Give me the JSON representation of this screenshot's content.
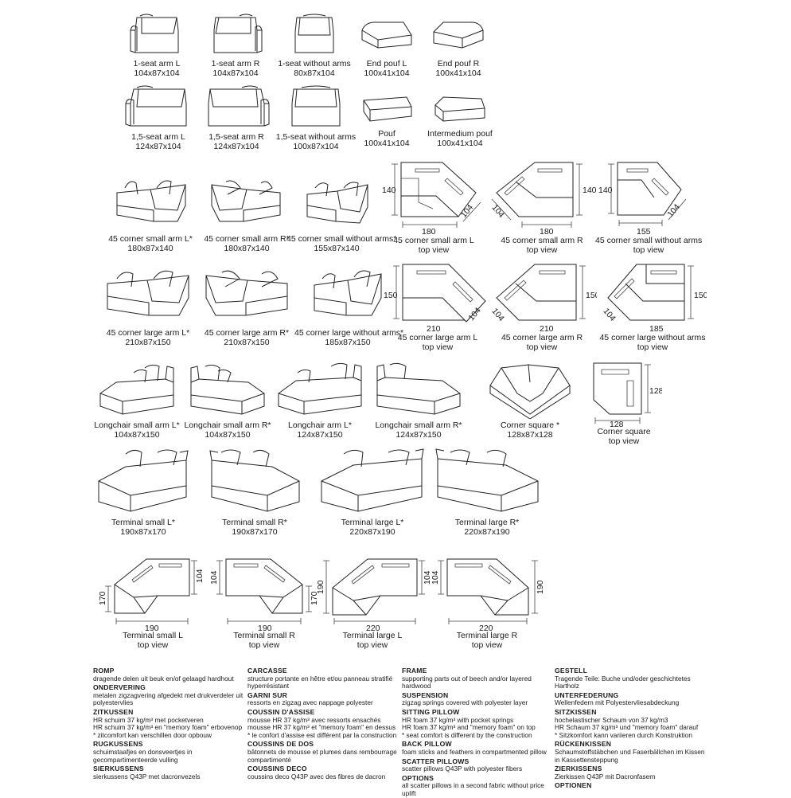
{
  "row1": [
    {
      "name": "1-seat arm L",
      "dim": "104x87x104"
    },
    {
      "name": "1-seat arm R",
      "dim": "104x87x104"
    },
    {
      "name": "1-seat without arms",
      "dim": "80x87x104"
    },
    {
      "name": "End pouf L",
      "dim": "100x41x104"
    },
    {
      "name": "End pouf R",
      "dim": "100x41x104"
    }
  ],
  "row2": [
    {
      "name": "1,5-seat arm L",
      "dim": "124x87x104"
    },
    {
      "name": "1,5-seat arm R",
      "dim": "124x87x104"
    },
    {
      "name": "1,5-seat without arms",
      "dim": "100x87x104"
    },
    {
      "name": "Pouf",
      "dim": "100x41x104"
    },
    {
      "name": "Intermedium pouf",
      "dim": "100x41x104"
    }
  ],
  "row3": [
    {
      "name": "45 corner small arm L*",
      "dim": "180x87x140"
    },
    {
      "name": "45 corner small arm R*",
      "dim": "180x87x140"
    },
    {
      "name": "45 corner small without arms*",
      "dim": "155x87x140"
    }
  ],
  "row3_top": [
    {
      "w": "180",
      "h": "140",
      "d": "104",
      "name": "45 corner small arm L",
      "sub": "top view"
    },
    {
      "w": "180",
      "h": "140",
      "d": "104",
      "name": "45 corner small arm R",
      "sub": "top view"
    },
    {
      "w": "155",
      "h": "140",
      "d": "104",
      "name": "45 corner small without arms",
      "sub": "top view"
    }
  ],
  "row4": [
    {
      "name": "45 corner large arm L*",
      "dim": "210x87x150"
    },
    {
      "name": "45 corner large arm R*",
      "dim": "210x87x150"
    },
    {
      "name": "45 corner large without arms*",
      "dim": "185x87x150"
    }
  ],
  "row4_top": [
    {
      "w": "210",
      "h": "150",
      "d": "104",
      "name": "45 corner large arm L",
      "sub": "top view"
    },
    {
      "w": "210",
      "h": "150",
      "d": "104",
      "name": "45 corner large arm R",
      "sub": "top view"
    },
    {
      "w": "185",
      "h": "150",
      "d": "104",
      "name": "45 corner large without arms",
      "sub": "top view"
    }
  ],
  "row5": [
    {
      "name": "Longchair small arm L*",
      "dim": "104x87x150"
    },
    {
      "name": "Longchair small arm R*",
      "dim": "104x87x150"
    },
    {
      "name": "Longchair arm L*",
      "dim": "124x87x150"
    },
    {
      "name": "Longchair small arm R*",
      "dim": "124x87x150"
    },
    {
      "name": "Corner square *",
      "dim": "128x87x128"
    }
  ],
  "row5_top": {
    "w": "128",
    "h": "128",
    "name": "Corner square",
    "sub": "top view"
  },
  "row6": [
    {
      "name": "Terminal small L*",
      "dim": "190x87x170"
    },
    {
      "name": "Terminal small R*",
      "dim": "190x87x170"
    },
    {
      "name": "Terminal large L*",
      "dim": "220x87x190"
    },
    {
      "name": "Terminal large R*",
      "dim": "220x87x190"
    }
  ],
  "row7": [
    {
      "w": "190",
      "h": "170",
      "d": "104",
      "name": "Terminal small L",
      "sub": "top view"
    },
    {
      "w": "190",
      "h": "170",
      "d": "104",
      "name": "Terminal small R",
      "sub": "top view"
    },
    {
      "w": "220",
      "h": "190",
      "d": "104",
      "name": "Terminal large L",
      "sub": "top view"
    },
    {
      "w": "220",
      "h": "190",
      "d": "104",
      "name": "Terminal large R",
      "sub": "top view"
    }
  ],
  "specs": [
    [
      {
        "h": "ROMP",
        "t": "dragende delen uit beuk en/of gelaagd hardhout"
      },
      {
        "h": "ONDERVERING",
        "t": "metalen zigzagvering afgedekt met drukverdeler uit\npolyestervlies"
      },
      {
        "h": "ZITKUSSEN",
        "t": "HR schuim 37 kg/m³ met pocketveren\nHR schuim 37 kg/m³ en \"memory foam\" erbovenop\n* zitcomfort kan verschillen door opbouw"
      },
      {
        "h": "RUGKUSSENS",
        "t": "schuimstaafjes en donsveertjes in\ngecompartimenteerde vulling"
      },
      {
        "h": "SIERKUSSENS",
        "t": "sierkussens Q43P met dacronvezels"
      }
    ],
    [
      {
        "h": "CARCASSE",
        "t": "structure portante en hêtre et/ou panneau stratifié\nhyperrésistant"
      },
      {
        "h": "GARNI SUR",
        "t": "ressorts en zigzag avec nappage polyester"
      },
      {
        "h": "COUSSIN D'ASSISE",
        "t": "mousse HR 37 kg/m³ avec ressorts ensachés\nmousse HR 37 kg/m³ et \"memory foam\" en dessus\n* le confort d'assise est différent par la construction"
      },
      {
        "h": "COUSSINS DE DOS",
        "t": "bâtonnets de mousse et plumes dans rembourrage\ncompartimenté"
      },
      {
        "h": "COUSSINS DECO",
        "t": "coussins deco Q43P avec des fibres de dacron"
      }
    ],
    [
      {
        "h": "FRAME",
        "t": "supporting parts out of beech and/or layered hardwood"
      },
      {
        "h": "SUSPENSION",
        "t": "zigzag springs covered with polyester layer"
      },
      {
        "h": "SITTING PILLOW",
        "t": "HR foam 37 kg/m³ with pocket springs\nHR foam 37 kg/m³ and \"memory foam\" on top\n* seat comfort is different by the construction"
      },
      {
        "h": "BACK PILLOW",
        "t": "foam sticks and feathers in compartmented pillow"
      },
      {
        "h": "SCATTER PILLOWS",
        "t": "scatter pillows Q43P with polyester fibers"
      },
      {
        "h": "OPTIONS",
        "t": "all scatter pillows in a second fabric without price uplift"
      }
    ],
    [
      {
        "h": "GESTELL",
        "t": "Tragende Teile: Buche und/oder geschichtetes Hartholz"
      },
      {
        "h": "UNTERFEDERUNG",
        "t": "Wellenfedern mit Polyestervliesabdeckung"
      },
      {
        "h": "SITZKISSEN",
        "t": "hochelastischer Schaum von 37 kg/m3\nHR Schaum 37 kg/m³ und \"memory foam\" darauf\n* Sitzkomfort kann variieren durch Konstruktion"
      },
      {
        "h": "RÜCKENKISSEN",
        "t": "Schaumstoffstäbchen und Faserbällchen im Kissen\nin Kassettensteppung"
      },
      {
        "h": "ZIERKISSENS",
        "t": "Zierkissen Q43P mit Dacronfasern"
      },
      {
        "h": "OPTIONEN",
        "t": ""
      }
    ]
  ]
}
